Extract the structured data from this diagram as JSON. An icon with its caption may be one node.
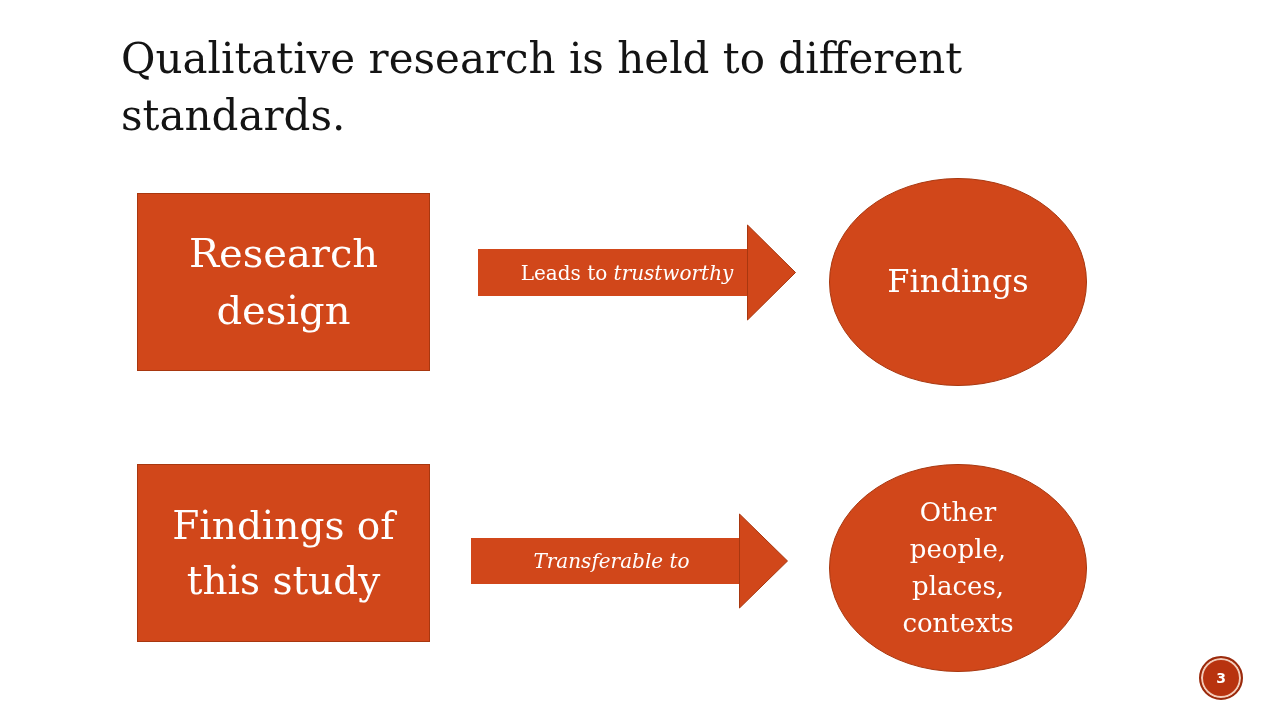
{
  "diagram": {
    "title": "Qualitative research is held to different standards.",
    "nodes": [
      {
        "text": [
          "Research design"
        ]
      },
      {
        "text": [
          "Findings"
        ]
      },
      {
        "text": [
          "Findings of this study"
        ]
      },
      {
        "text": [
          "Other people, places, contexts"
        ]
      }
    ],
    "edges": [
      {
        "from": 0,
        "to": 1,
        "arrow": "to",
        "label": "Leads to *trustworthy*"
      },
      {
        "from": 2,
        "to": 3,
        "arrow": "to",
        "label": "Transferable to"
      }
    ],
    "labels": [
      "3"
    ]
  }
}
